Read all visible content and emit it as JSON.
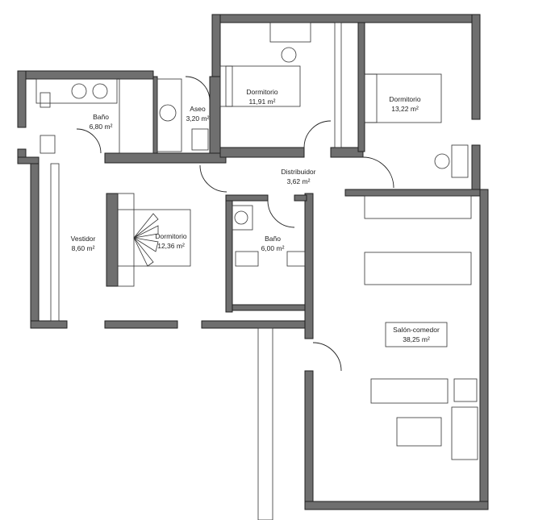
{
  "rooms": [
    {
      "name": "Baño",
      "area": "6,80 m²"
    },
    {
      "name": "Aseo",
      "area": "3,20 m²"
    },
    {
      "name": "Dormitorio",
      "area": "11,91 m²"
    },
    {
      "name": "Dormitorio",
      "area": "13,22 m²"
    },
    {
      "name": "Distribuidor",
      "area": "3,62 m²"
    },
    {
      "name": "Vestidor",
      "area": "8,60 m²"
    },
    {
      "name": "Dormitorio",
      "area": "12,36 m²"
    },
    {
      "name": "Baño",
      "area": "6,00 m²"
    },
    {
      "name": "Salón-comedor",
      "area": "38,25 m²"
    }
  ],
  "colors": {
    "wall": "#6f6f6f",
    "line": "#222222",
    "background": "#ffffff"
  }
}
